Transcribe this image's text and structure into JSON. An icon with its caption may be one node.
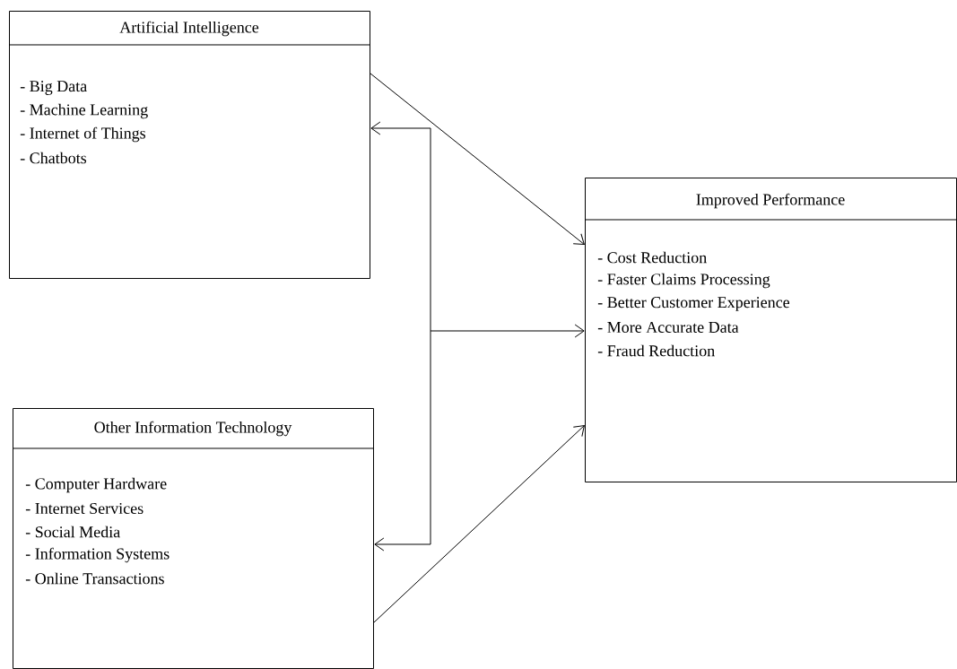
{
  "diagram": {
    "nodes": [
      {
        "text": [
          "Artificial Intelligence",
          "- Big Data",
          "- Machine Learning",
          "- Internet of Things",
          "- Chatbots"
        ]
      },
      {
        "text": [
          "Other Information Technology",
          "- Computer Hardware",
          "- Internet Services",
          "- Social Media",
          "- Information Systems",
          "- Online Transactions"
        ]
      },
      {
        "text": [
          "Improved Performance",
          "- Cost Reduction",
          "- Faster Claims Processing",
          "- Better Customer Experience",
          "- More Accurate Data",
          "- Fraud Reduction"
        ]
      }
    ],
    "edges": [
      {
        "from": 0,
        "to": 2,
        "arrow": "to"
      },
      {
        "from": 1,
        "to": 2,
        "arrow": "to"
      },
      {
        "from": 0,
        "to": 1,
        "arrow": "both"
      },
      {
        "from": null,
        "to": 2,
        "arrow": "to"
      }
    ]
  }
}
